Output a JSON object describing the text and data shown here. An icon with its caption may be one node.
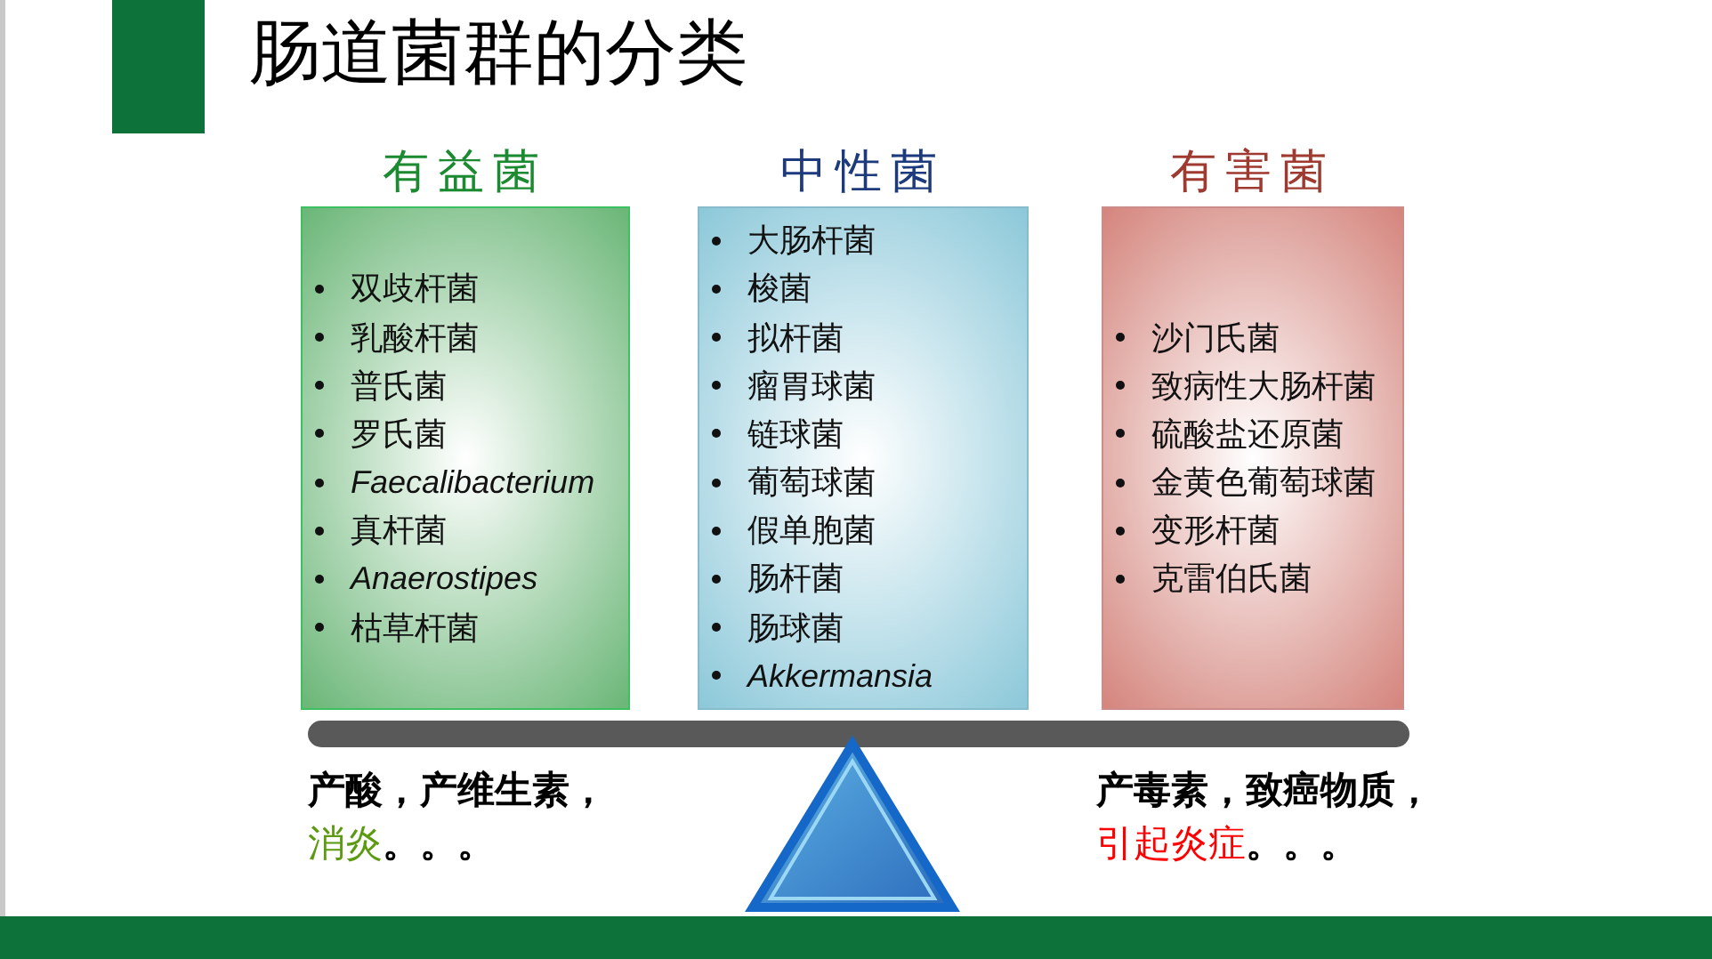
{
  "diagram": {
    "title": "肠道菌群的分类",
    "nodes": [
      {
        "text": [
          "有益菌",
          "双歧杆菌",
          "乳酸杆菌",
          "普氏菌",
          "罗氏菌",
          "*Faecalibacterium*",
          "真杆菌",
          "*Anaerostipes*",
          "枯草杆菌"
        ]
      },
      {
        "text": [
          "中性菌",
          "大肠杆菌",
          "梭菌",
          "拟杆菌",
          "瘤胃球菌",
          "链球菌",
          "葡萄球菌",
          "假单胞菌",
          "肠杆菌",
          "肠球菌",
          "*Akkermansia*"
        ]
      },
      {
        "text": [
          "有害菌",
          "沙门氏菌",
          "致病性大肠杆菌",
          "硫酸盐还原菌",
          "金黄色葡萄球菌",
          "变形杆菌",
          "克雷伯氏菌"
        ]
      }
    ],
    "labels": [
      "产酸，产维生素，",
      "消炎",
      "。。。",
      "产毒素，致癌物质，",
      "引起炎症",
      "。。。"
    ]
  }
}
